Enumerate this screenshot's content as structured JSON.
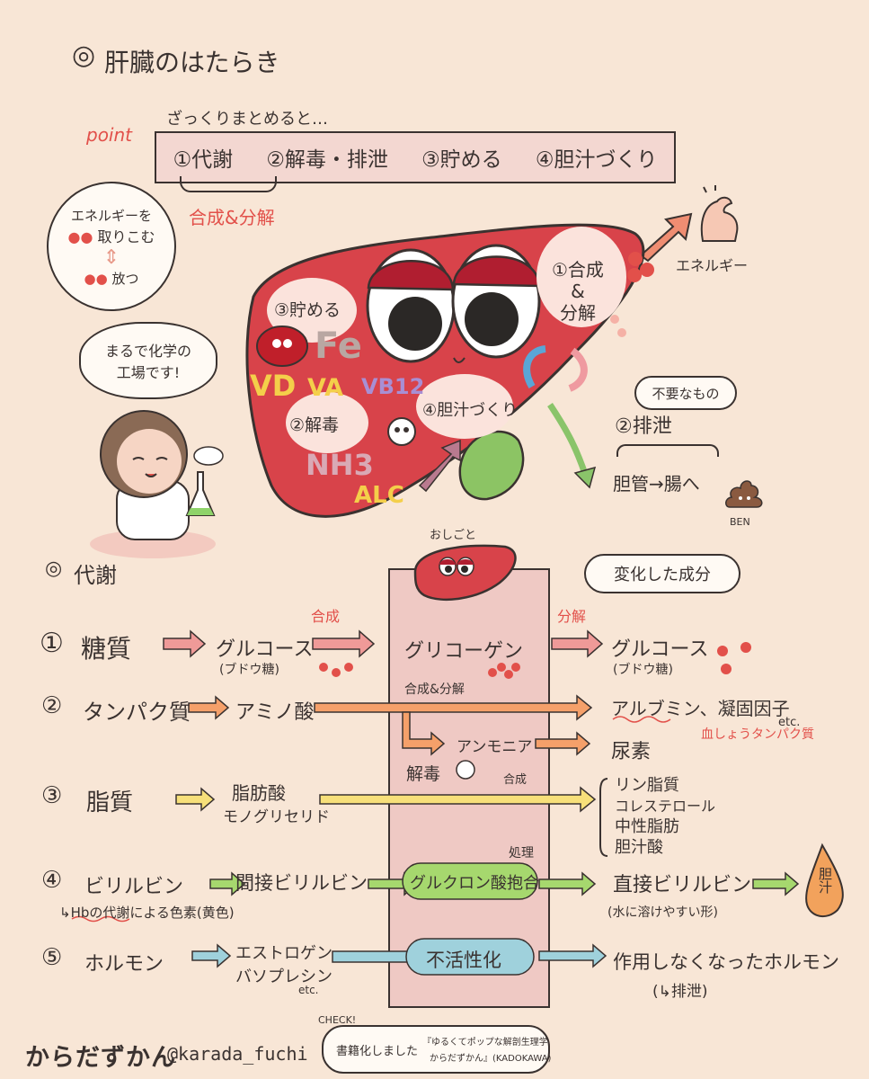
{
  "title": "肝臓のはたらき",
  "intro": "ざっくりまとめると…",
  "point_label": "point",
  "summary": [
    "①代謝",
    "②解毒・排泄",
    "③貯める",
    "④胆汁づくり"
  ],
  "summary_sub": "合成&分解",
  "bubble_energy": {
    "line1": "エネルギーを",
    "line2": "取りこむ",
    "line3": "放つ"
  },
  "bubble_factory": {
    "line1": "まるで化学の",
    "line2": "工場です!"
  },
  "energy_label": "エネルギー",
  "liver": {
    "synth_label": [
      "①合成",
      "&",
      "分解"
    ],
    "store_label": "③貯める",
    "detox_label": "②解毒",
    "bile_label": "④胆汁づくり",
    "stored": [
      "Fe",
      "VD",
      "VA",
      "VB12"
    ],
    "toxins": [
      "NH3",
      "ALC"
    ]
  },
  "excrete": {
    "unneeded": "不要なもの",
    "label": "②排泄",
    "route": "胆管→腸へ",
    "mascot": "BEN"
  },
  "metabolism": {
    "heading": "代謝",
    "work_label": "おしごと",
    "changed_label": "変化した成分",
    "synth": "合成",
    "decomp": "分解",
    "rows": [
      {
        "num": "①",
        "name": "糖質",
        "step1": "グルコース",
        "step1_sub": "(ブドウ糖)",
        "center": "グリコーゲン",
        "result": "グルコース",
        "result_sub": "(ブドウ糖)"
      },
      {
        "num": "②",
        "name": "タンパク質",
        "step1": "アミノ酸",
        "center_note": "合成&分解",
        "result": "アルブミン、凝固因子",
        "result_note": "血しょうタンパク質",
        "etc": "etc.",
        "sub_mid": "アンモニア",
        "sub_result": "尿素",
        "detox": "解毒",
        "synth2": "合成"
      },
      {
        "num": "③",
        "name": "脂質",
        "step1": "脂肪酸",
        "step1_sub": "モノグリセリド",
        "results": [
          "リン脂質",
          "コレステロール",
          "中性脂肪",
          "胆汁酸"
        ]
      },
      {
        "num": "④",
        "name": "ビリルビン",
        "step1": "間接ビリルビン",
        "process_note": "処理",
        "center": "グルクロン酸抱合",
        "result": "直接ビリルビン",
        "result_sub": "(水に溶けやすい形)",
        "note": "↳Hbの代謝による色素(黄色)",
        "bile": "胆汁"
      },
      {
        "num": "⑤",
        "name": "ホルモン",
        "step1": "エストロゲン",
        "step1_sub": "バソプレシン",
        "etc": "etc.",
        "center": "不活性化",
        "result": "作用しなくなったホルモン",
        "result_sub": "(↳排泄)"
      }
    ]
  },
  "footer": {
    "brand": "からだずかん",
    "handle": "@karada_fuchi",
    "check": "CHECK!",
    "book_line1": "書籍化しました",
    "book_line2": "『ゆるくてポップな解剖生理学",
    "book_line3": "からだずかん』(KADOKAWA)"
  },
  "colors": {
    "background": "#f8e6d6",
    "liver": "#d8434a",
    "accent_red": "#e2504a",
    "column": "#efc9c4"
  }
}
